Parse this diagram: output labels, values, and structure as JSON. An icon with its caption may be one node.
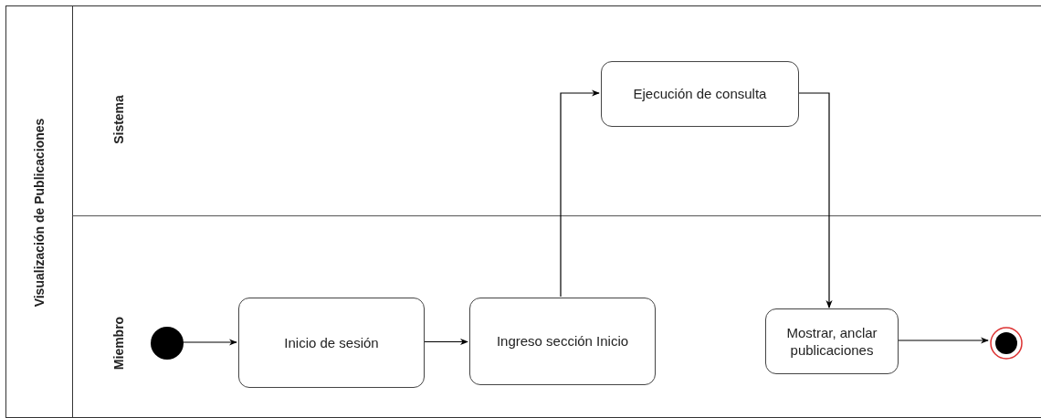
{
  "diagram": {
    "nodes": [
      {
        "text": [
          "Visualización de Publicaciones"
        ]
      },
      {
        "text": [
          "Sistema"
        ],
        "in": 0
      },
      {
        "text": [
          "Miembro"
        ],
        "in": 0
      },
      {
        "text": [],
        "shape": "circle",
        "in": 2
      },
      {
        "text": [
          "Inicio de sesión"
        ],
        "in": 2
      },
      {
        "text": [
          "Ingreso sección Inicio"
        ],
        "in": 2
      },
      {
        "text": [
          "Ejecución de consulta"
        ],
        "in": 1
      },
      {
        "text": [
          "Mostrar, anclar publicaciones"
        ],
        "in": 2
      },
      {
        "text": [],
        "shape": "circle",
        "in": 2
      }
    ],
    "edges": [
      {
        "from": 3,
        "to": 4,
        "arrow": "to"
      },
      {
        "from": 4,
        "to": 5,
        "arrow": "to"
      },
      {
        "from": 5,
        "to": 6,
        "arrow": "to"
      },
      {
        "from": 6,
        "to": 7,
        "arrow": "to"
      },
      {
        "from": 7,
        "to": 8,
        "arrow": "to"
      }
    ]
  }
}
